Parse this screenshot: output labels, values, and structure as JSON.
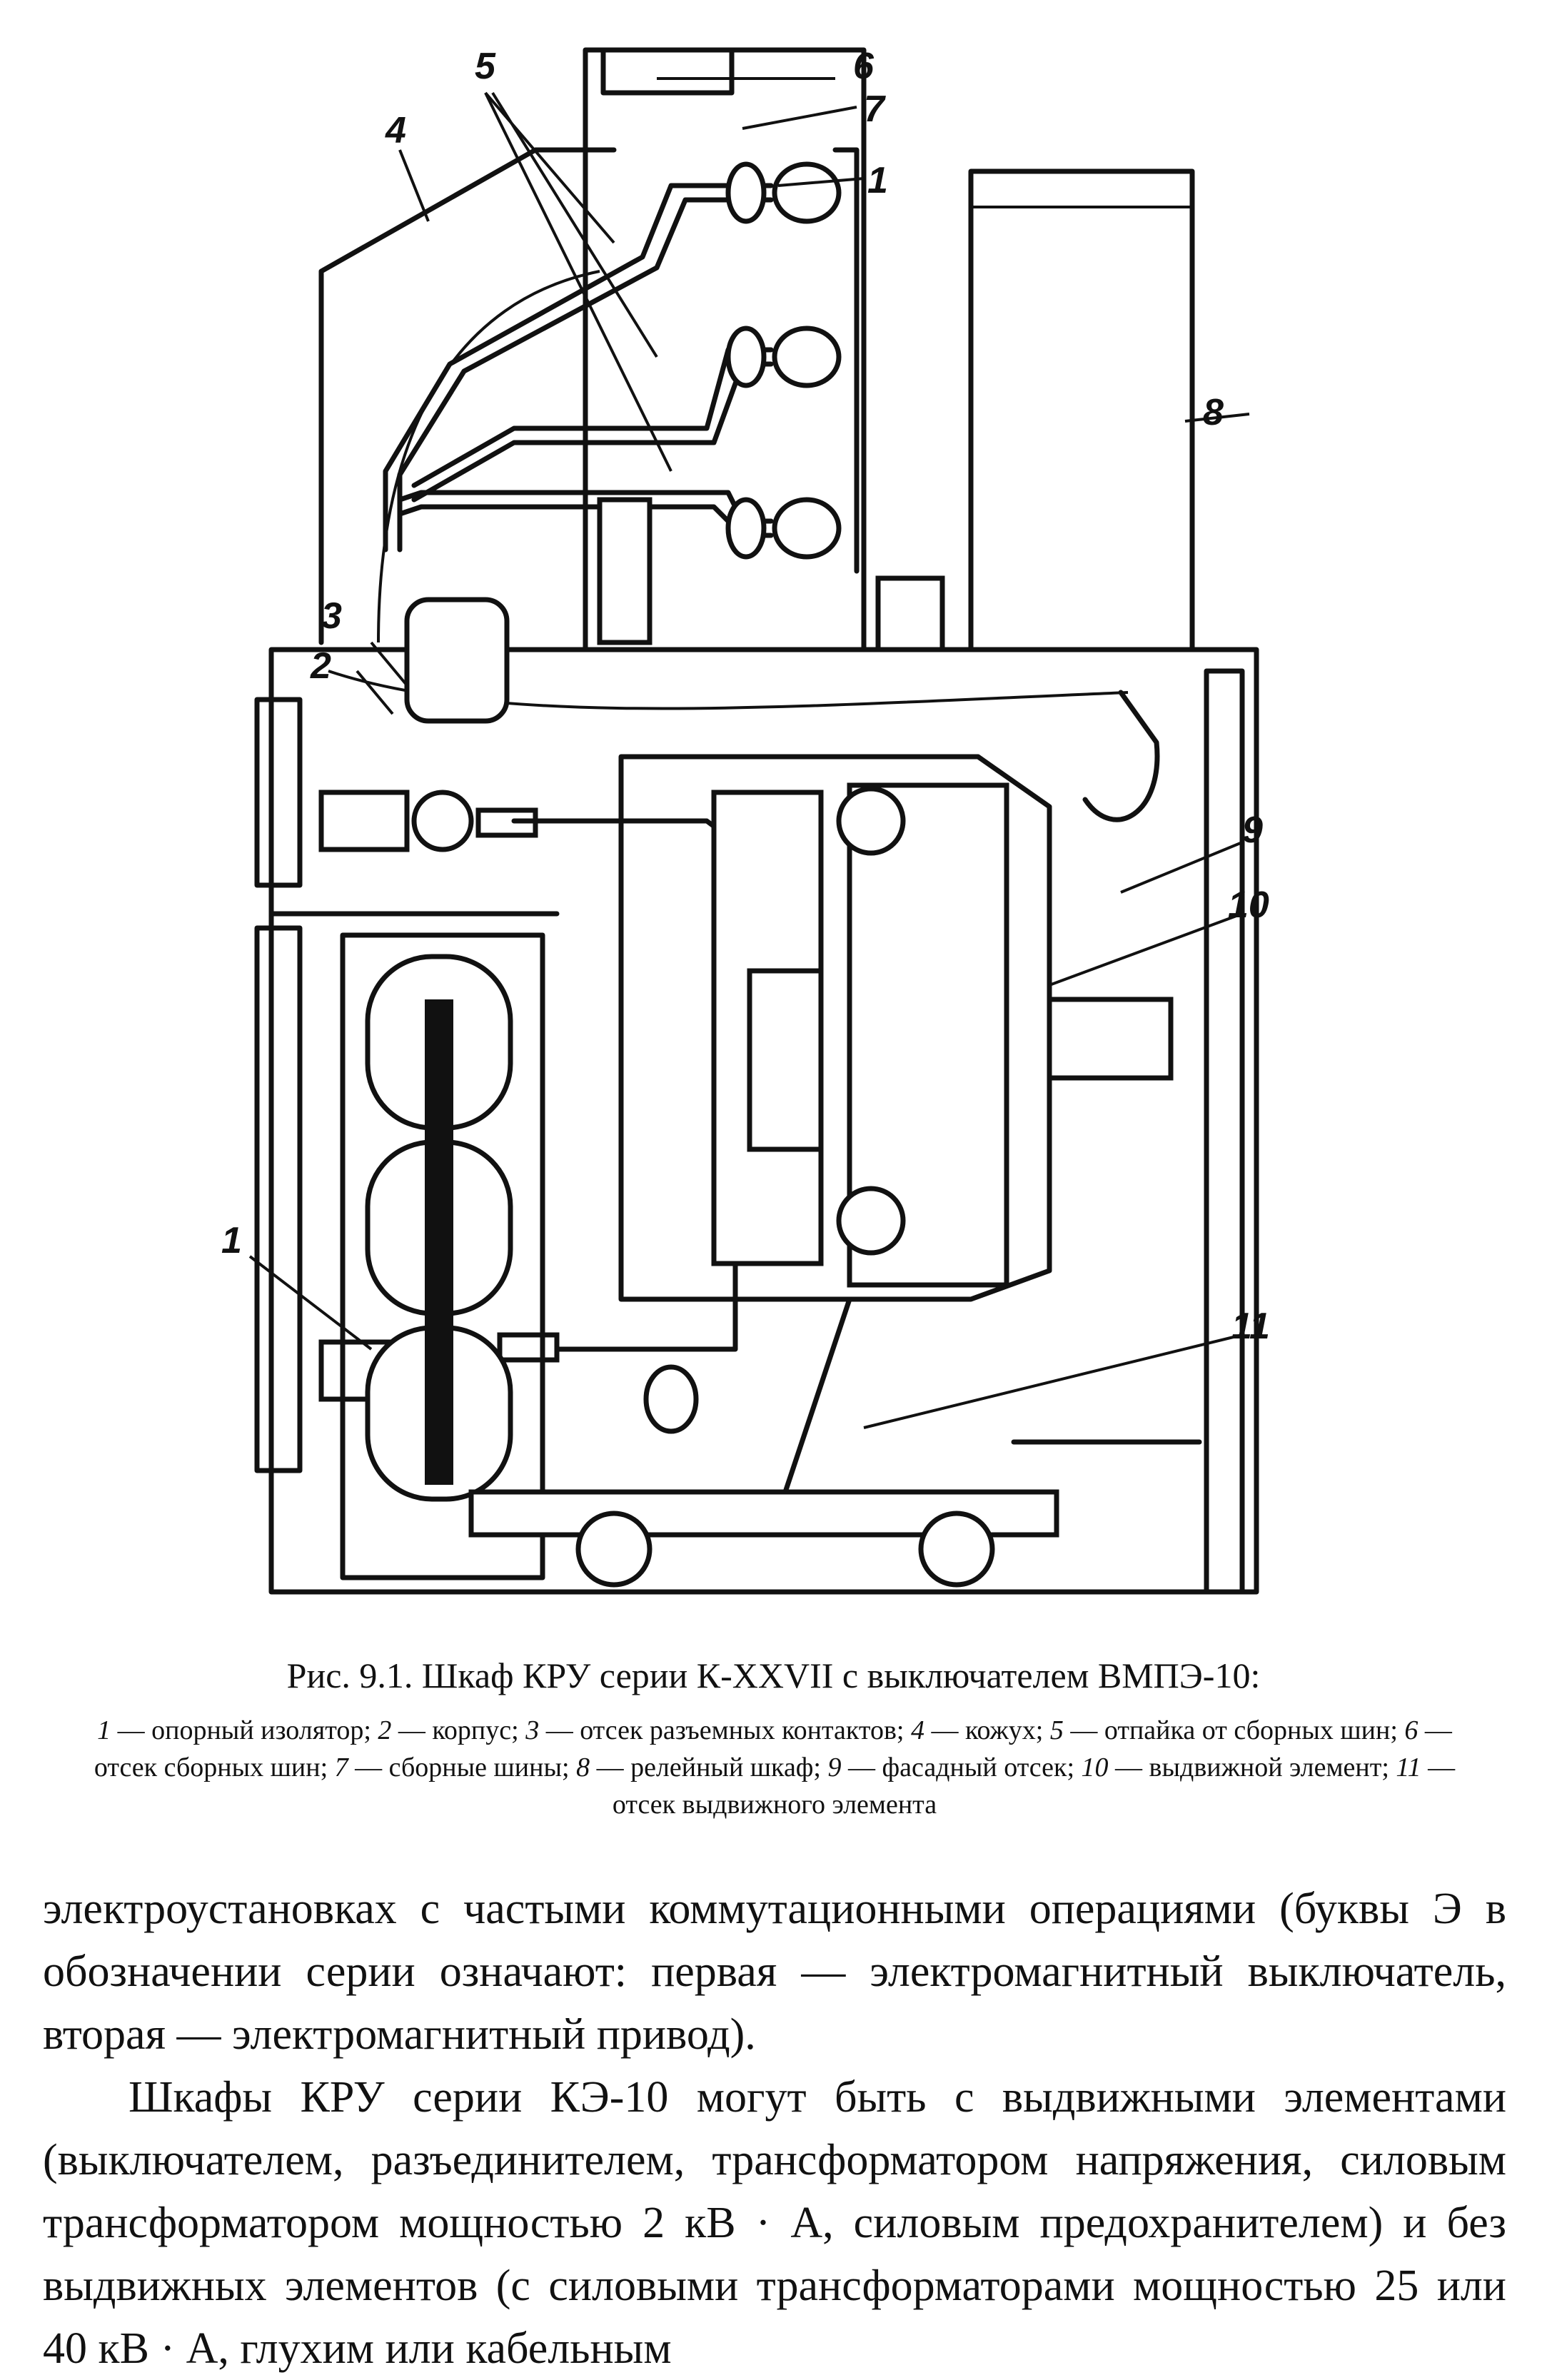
{
  "figure": {
    "labels": [
      "1",
      "1",
      "2",
      "3",
      "4",
      "5",
      "6",
      "7",
      "8",
      "9",
      "10",
      "11"
    ],
    "caption_title": "Рис. 9.1. Шкаф КРУ серии К-XXVII с выключателем ВМПЭ-10:",
    "legend": [
      {
        "num": "1",
        "text": "— опорный изолятор; "
      },
      {
        "num": "2",
        "text": "— корпус; "
      },
      {
        "num": "3",
        "text": "— отсек разъемных контактов; "
      },
      {
        "num": "4",
        "text": "— кожух; "
      },
      {
        "num": "5",
        "text": "— отпайка от сборных шин; "
      },
      {
        "num": "6",
        "text": "— отсек сборных шин; "
      },
      {
        "num": "7",
        "text": "— сборные шины; "
      },
      {
        "num": "8",
        "text": "— релейный шкаф; "
      },
      {
        "num": "9",
        "text": "— фасадный отсек; "
      },
      {
        "num": "10",
        "text": "— выдвижной элемент; "
      },
      {
        "num": "11",
        "text": "— отсек выдвижного элемента"
      }
    ]
  },
  "body": {
    "paragraph_1": "электроустановках с частыми коммутационными операциями (буквы Э в обозначении серии означают: первая — электромагнитный выключатель, вторая — электромагнитный привод).",
    "paragraph_2": "Шкафы КРУ серии КЭ-10 могут быть с выдвижными элементами (выключателем, разъединителем, трансформатором напряжения, силовым трансформатором мощностью 2 кВ · А, силовым предохранителем) и без выдвижных элементов (с силовыми трансформаторами мощностью 25 или 40 кВ · А, глухим или кабельным"
  }
}
